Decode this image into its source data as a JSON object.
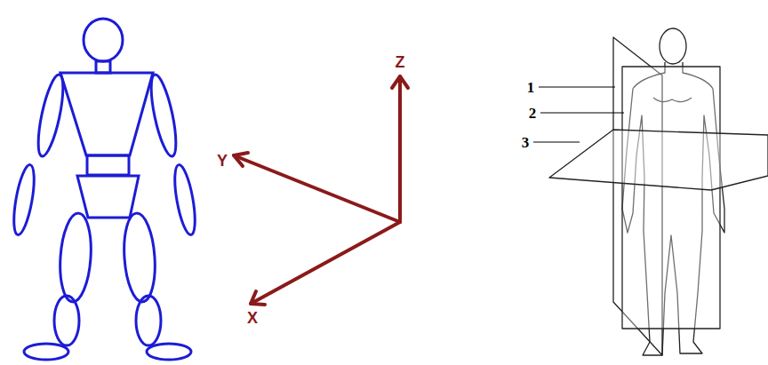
{
  "diagram": {
    "labels": [
      "Z",
      "Y",
      "X",
      "1",
      "2",
      "3"
    ]
  }
}
